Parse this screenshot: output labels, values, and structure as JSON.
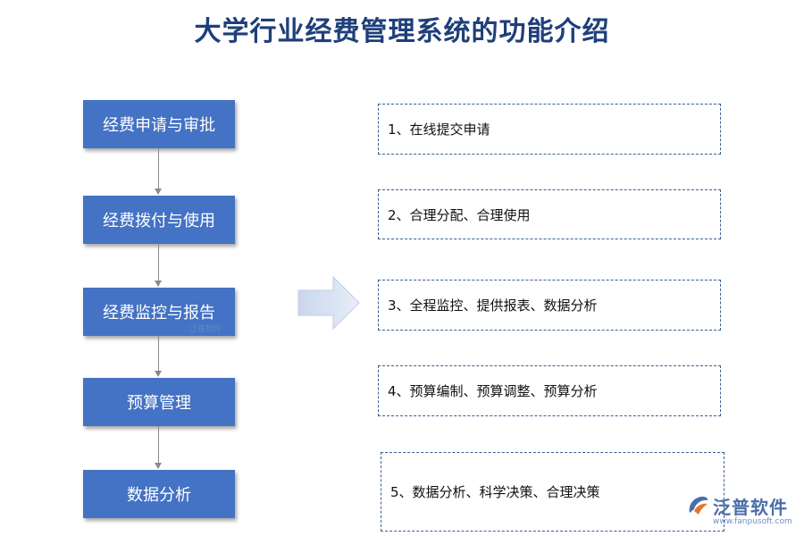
{
  "title": "大学行业经费管理系统的功能介绍",
  "colors": {
    "title": "#1f3f7a",
    "step_fill": "#4472c4",
    "step_text": "#ffffff",
    "feature_border": "#3a5f8f",
    "arrow_fill": "#dbe4f3"
  },
  "steps": [
    {
      "label": "经费申请与审批"
    },
    {
      "label": "经费拨付与使用"
    },
    {
      "label": "经费监控与报告"
    },
    {
      "label": "预算管理"
    },
    {
      "label": "数据分析"
    }
  ],
  "features": [
    {
      "text": "1、在线提交申请"
    },
    {
      "text": "2、合理分配、合理使用"
    },
    {
      "text": "3、全程监控、提供报表、数据分析"
    },
    {
      "text": "4、预算编制、预算调整、预算分析"
    },
    {
      "text": "5、数据分析、科学决策、合理决策"
    }
  ],
  "watermark": {
    "small": "泛普软件",
    "logo_text": "泛普软件",
    "logo_url": "www.fanpusoft.com",
    "logo_icon": "fanpu-logo-icon"
  }
}
